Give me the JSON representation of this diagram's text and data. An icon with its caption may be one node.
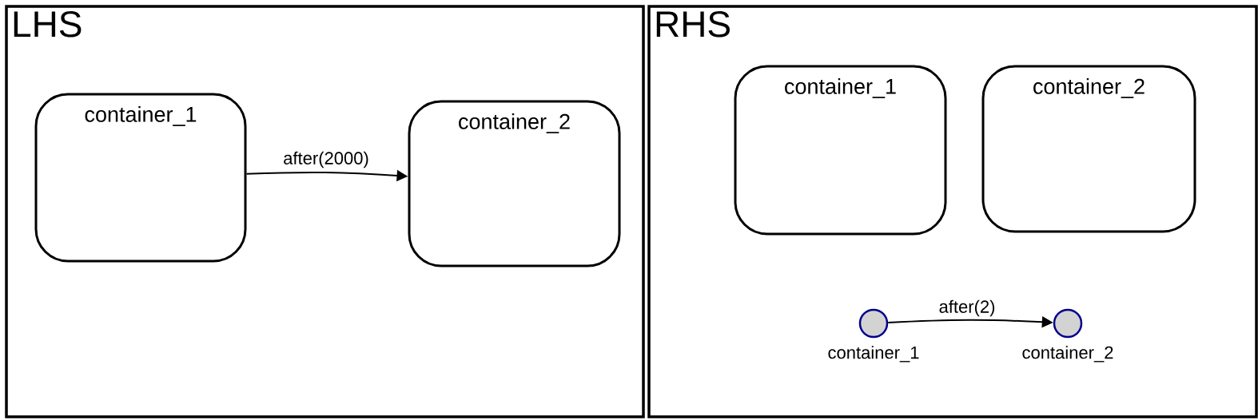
{
  "diagram": {
    "nodes": [
      {
        "text": [
          "LHS"
        ]
      },
      {
        "text": [
          "container_1"
        ],
        "in": 0
      },
      {
        "text": [
          "container_2"
        ],
        "in": 0
      },
      {
        "text": [
          "RHS"
        ]
      },
      {
        "text": [
          "container_1"
        ],
        "in": 3
      },
      {
        "text": [
          "container_2"
        ],
        "in": 3
      },
      {
        "text": [],
        "shape": "circle",
        "in": 3,
        "beside": [
          "container_1"
        ]
      },
      {
        "text": [],
        "shape": "circle",
        "in": 3,
        "beside": [
          "container_2"
        ]
      }
    ],
    "edges": [
      {
        "from": 1,
        "to": 2,
        "arrow": "to",
        "label": "after(2000)"
      },
      {
        "from": 6,
        "to": 7,
        "arrow": "to",
        "label": "after(2)"
      }
    ]
  }
}
